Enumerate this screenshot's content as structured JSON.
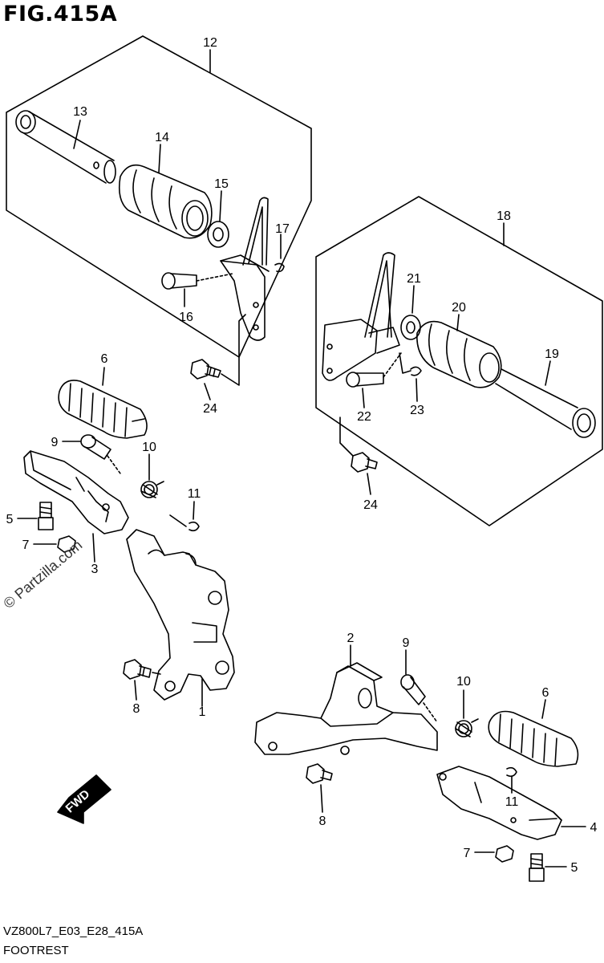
{
  "figure": {
    "title": "FIG.415A",
    "code": "VZ800L7_E03_E28_415A",
    "name": "FOOTREST",
    "watermark": "© Partzilla.com",
    "fwd_label": "FWD"
  },
  "callouts": [
    {
      "id": "c12",
      "label": "12"
    },
    {
      "id": "c13",
      "label": "13"
    },
    {
      "id": "c14",
      "label": "14"
    },
    {
      "id": "c15",
      "label": "15"
    },
    {
      "id": "c17",
      "label": "17"
    },
    {
      "id": "c16",
      "label": "16"
    },
    {
      "id": "c24a",
      "label": "24"
    },
    {
      "id": "c18",
      "label": "18"
    },
    {
      "id": "c21",
      "label": "21"
    },
    {
      "id": "c20",
      "label": "20"
    },
    {
      "id": "c19",
      "label": "19"
    },
    {
      "id": "c22",
      "label": "22"
    },
    {
      "id": "c23",
      "label": "23"
    },
    {
      "id": "c24b",
      "label": "24"
    },
    {
      "id": "c6a",
      "label": "6"
    },
    {
      "id": "c9a",
      "label": "9"
    },
    {
      "id": "c10a",
      "label": "10"
    },
    {
      "id": "c11a",
      "label": "11"
    },
    {
      "id": "c5a",
      "label": "5"
    },
    {
      "id": "c7a",
      "label": "7"
    },
    {
      "id": "c3",
      "label": "3"
    },
    {
      "id": "c8a",
      "label": "8"
    },
    {
      "id": "c1",
      "label": "1"
    },
    {
      "id": "c2",
      "label": "2"
    },
    {
      "id": "c9b",
      "label": "9"
    },
    {
      "id": "c10b",
      "label": "10"
    },
    {
      "id": "c6b",
      "label": "6"
    },
    {
      "id": "c8b",
      "label": "8"
    },
    {
      "id": "c11b",
      "label": "11"
    },
    {
      "id": "c4",
      "label": "4"
    },
    {
      "id": "c7b",
      "label": "7"
    },
    {
      "id": "c5b",
      "label": "5"
    }
  ]
}
